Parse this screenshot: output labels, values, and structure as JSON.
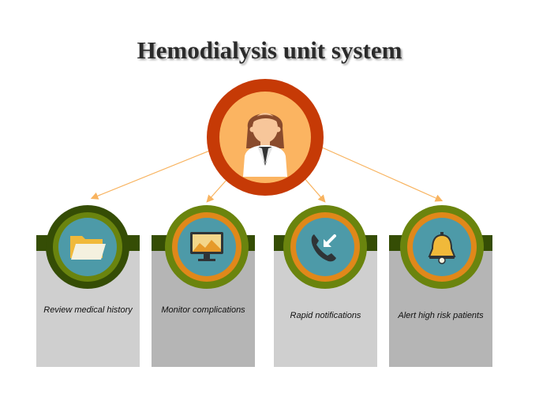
{
  "title": "Hemodialysis unit system",
  "colors": {
    "hub_outer": "#c63a06",
    "hub_inner": "#fbb461",
    "bar": "#354d05",
    "connector": "#f8b35f",
    "icon_core": "#4d9aa8",
    "card_light": "#cfcfcf",
    "card_dark": "#b5b5b5"
  },
  "hub": {
    "icon": "doctor-icon"
  },
  "items": [
    {
      "label": "Review medical history",
      "icon": "folder-icon"
    },
    {
      "label": "Monitor complications",
      "icon": "monitor-chart-icon"
    },
    {
      "label": "Rapid notifications",
      "icon": "phone-call-icon"
    },
    {
      "label": "Alert high risk patients",
      "icon": "bell-icon"
    }
  ]
}
